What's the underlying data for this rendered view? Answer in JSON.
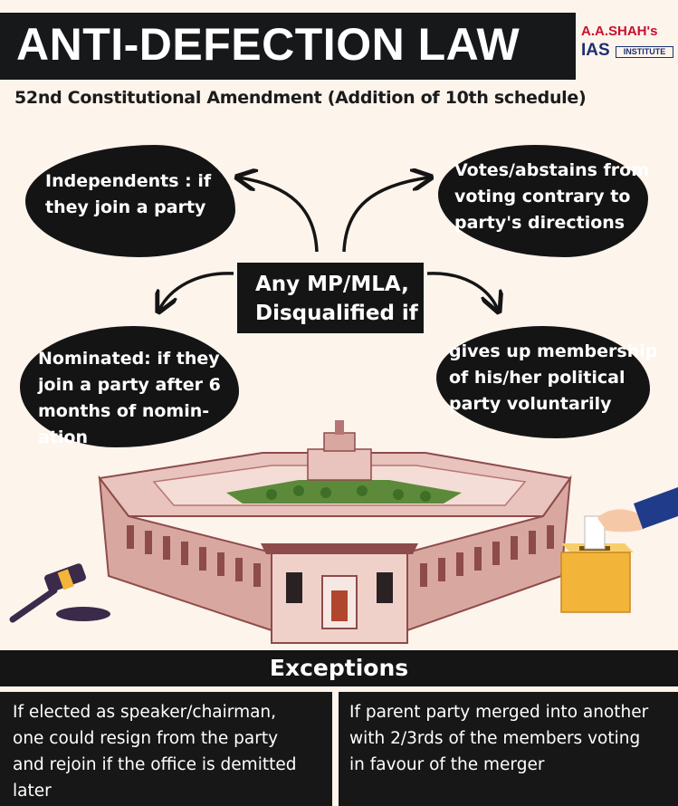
{
  "header": {
    "title": "ANTI-DEFECTION LAW",
    "subtitle": "52nd Constitutional Amendment (Addition of 10th schedule)"
  },
  "logo": {
    "name": "A.A.SHAH's",
    "ias": "IAS",
    "institute": "INSTITUTE",
    "colors": {
      "red": "#c8102e",
      "navy": "#1c2f72"
    }
  },
  "center": {
    "lines": [
      "Any MP/MLA,",
      "Disqualified if"
    ]
  },
  "conditions": {
    "independents": [
      "Independents : if",
      "they join a party"
    ],
    "votes": [
      "Votes/abstains from",
      "voting contrary to",
      "party's directions"
    ],
    "nominated": [
      "Nominated: if they",
      "join a party after 6",
      "months of nomin-",
      "ation"
    ],
    "membership": [
      "gives up membership",
      "of his/her political",
      "party voluntarily"
    ]
  },
  "exceptions": {
    "title": "Exceptions",
    "speaker": [
      "If elected as speaker/chairman,",
      "one could resign from the party",
      "and rejoin if the office is demitted",
      "later"
    ],
    "merger": [
      "If parent party merged into another",
      "with 2/3rds of the members voting",
      "in favour of the merger"
    ]
  },
  "illustration": {
    "icons": [
      "parliament-building-icon",
      "gavel-icon",
      "ballot-box-icon"
    ],
    "colors": {
      "building_light": "#e9c3bd",
      "building_dark": "#8e4b4b",
      "garden": "#5c8a3a",
      "ballot": "#f2b53a",
      "gavel": "#3b2a4a",
      "sleeve": "#1f3b8a"
    }
  },
  "colors": {
    "background": "#fdf4ec",
    "dark": "#151515",
    "text_light": "#ffffff"
  }
}
